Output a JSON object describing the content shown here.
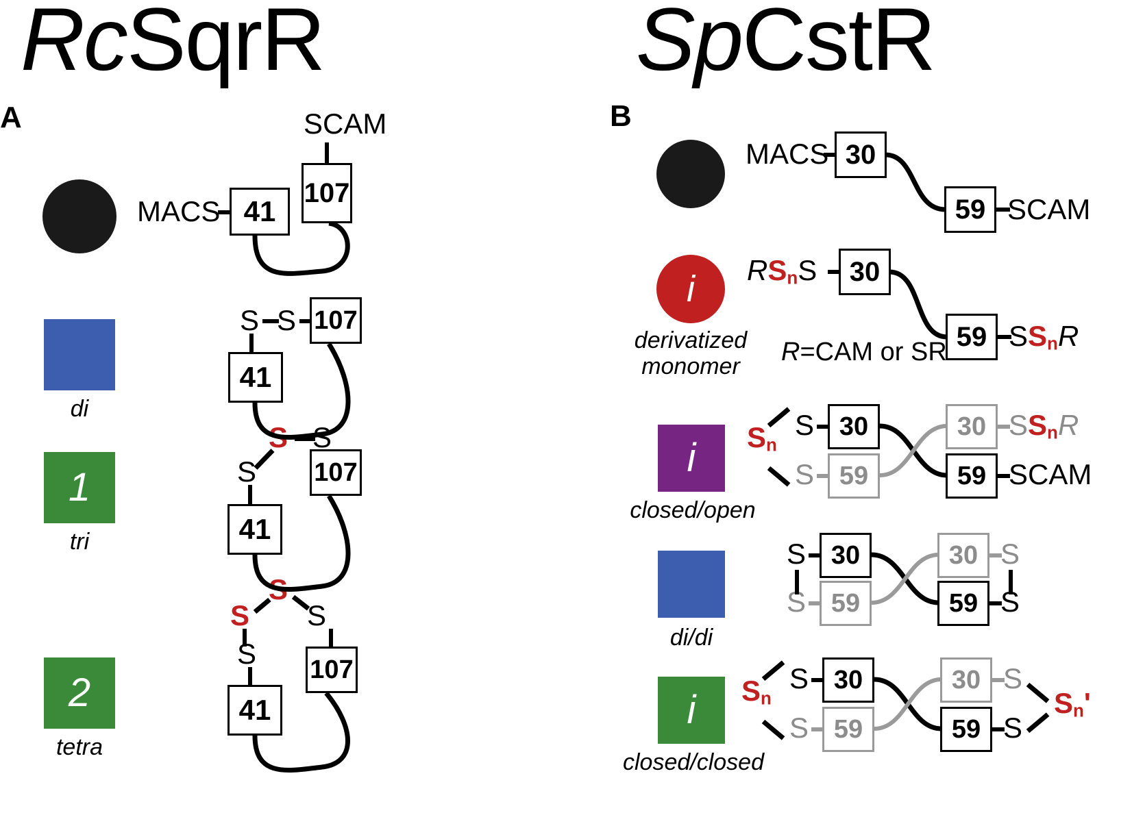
{
  "figure": {
    "panels": [
      {
        "id": "A",
        "letter": "A",
        "title_genus": "Rc",
        "title_species": "SqrR",
        "title_full": "RcSqrR",
        "rows": [
          {
            "id": "a-row-1",
            "marker": {
              "shape": "circle",
              "color": "#1a1a1a",
              "glyph": ""
            },
            "label": "",
            "left_label": "MACS",
            "right_label": "SCAM",
            "box_left": "41",
            "box_right": "107",
            "sulfur_chain": []
          },
          {
            "id": "a-row-2",
            "marker": {
              "shape": "square",
              "color": "#3D5DAE",
              "glyph": ""
            },
            "label": "di",
            "left_label": "",
            "right_label": "",
            "box_left": "41",
            "box_right": "107",
            "sulfur_chain": [
              "S",
              "S"
            ]
          },
          {
            "id": "a-row-3",
            "marker": {
              "shape": "square",
              "color": "#3A8A3A",
              "glyph": "1"
            },
            "label": "tri",
            "left_label": "",
            "right_label": "",
            "box_left": "41",
            "box_right": "107",
            "sulfur_chain": [
              "S",
              "S",
              "S"
            ]
          },
          {
            "id": "a-row-4",
            "marker": {
              "shape": "square",
              "color": "#3A8A3A",
              "glyph": "2"
            },
            "label": "tetra",
            "left_label": "",
            "right_label": "",
            "box_left": "41",
            "box_right": "107",
            "sulfur_chain": [
              "S",
              "S",
              "S",
              "S"
            ]
          }
        ]
      },
      {
        "id": "B",
        "letter": "B",
        "title_genus": "Sp",
        "title_species": "CstR",
        "title_full": "SpCstR",
        "rows": [
          {
            "id": "b-row-1",
            "marker": {
              "shape": "circle",
              "color": "#1a1a1a",
              "glyph": ""
            },
            "label": "",
            "left_text": "MACS",
            "right_text": "SCAM",
            "box_left": "30",
            "box_right": "59"
          },
          {
            "id": "b-row-2",
            "marker": {
              "shape": "circle",
              "color": "#C0201F",
              "glyph": "i"
            },
            "label": "derivatized monomer",
            "label_line1": "derivatized",
            "label_line2": "monomer",
            "note": "R=CAM or SR",
            "left_text": "RSnS",
            "right_text": "SSnR",
            "box_left": "30",
            "box_right": "59"
          },
          {
            "id": "b-row-3",
            "marker": {
              "shape": "square",
              "color": "#772583",
              "glyph": "i"
            },
            "label": "closed/open",
            "box_tl": "30",
            "box_bl": "59",
            "box_tr": "30",
            "box_br": "59",
            "tl_term": "S",
            "bl_term": "S",
            "bridge_left": "Sn",
            "tr_term": "SSnR",
            "br_term": "SCAM"
          },
          {
            "id": "b-row-4",
            "marker": {
              "shape": "square",
              "color": "#3D5DAE",
              "glyph": ""
            },
            "label": "di/di",
            "box_tl": "30",
            "box_bl": "59",
            "box_tr": "30",
            "box_br": "59",
            "tl_term": "S",
            "bl_term": "S",
            "tr_term": "S",
            "br_term": "S"
          },
          {
            "id": "b-row-5",
            "marker": {
              "shape": "square",
              "color": "#3A8A3A",
              "glyph": "i"
            },
            "label": "closed/closed",
            "box_tl": "30",
            "box_bl": "59",
            "box_tr": "30",
            "box_br": "59",
            "tl_term": "S",
            "bl_term": "S",
            "bridge_left": "Sn",
            "tr_term": "S",
            "br_term": "Sn'"
          }
        ]
      }
    ],
    "colors": {
      "red": "#C0201F",
      "blue": "#3D5DAE",
      "green": "#3A8A3A",
      "purple": "#772583",
      "black": "#1a1a1a",
      "gray": "#8c8c8c"
    }
  }
}
